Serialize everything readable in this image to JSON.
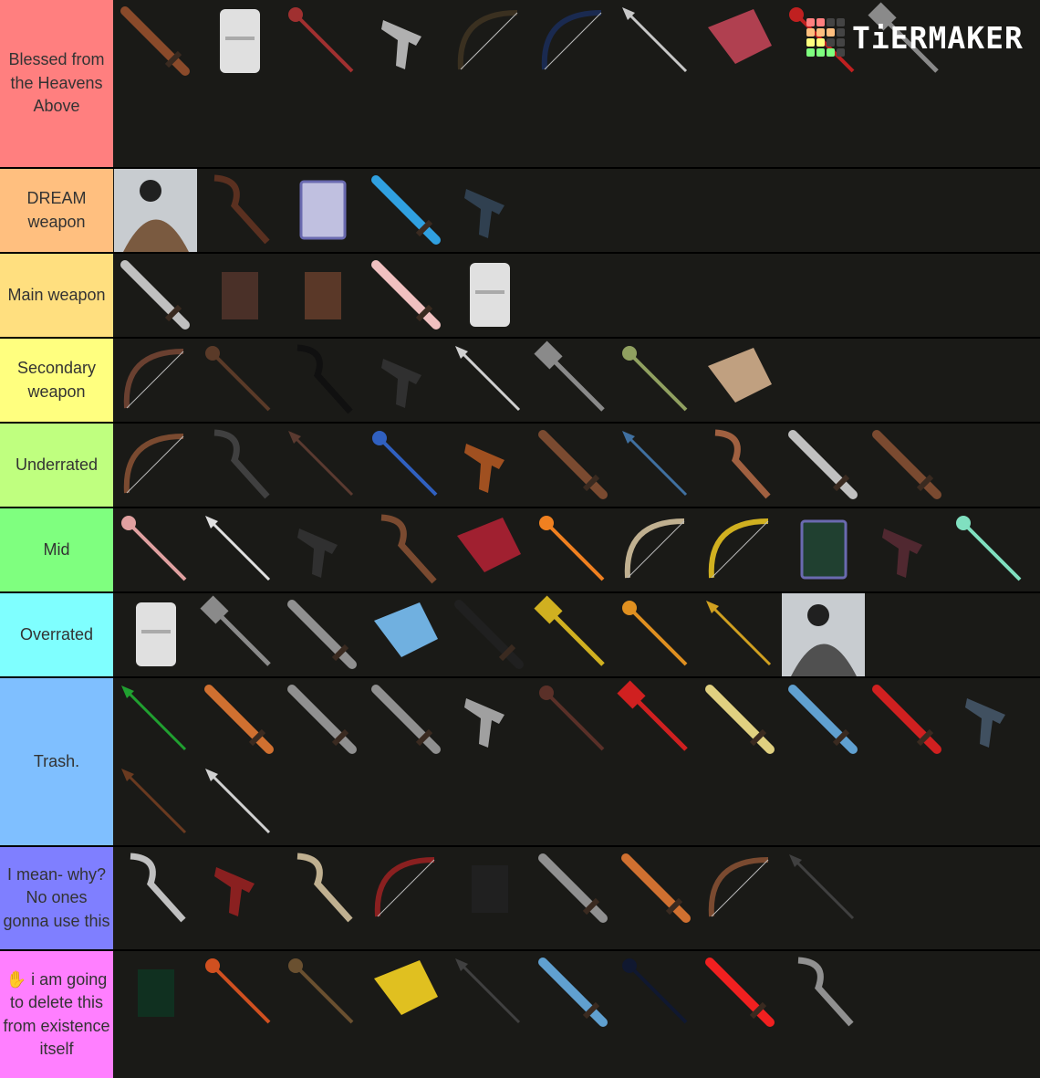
{
  "logo": {
    "text": "TiERMAKER",
    "grid_colors": [
      "#ff7f7f",
      "#ff7f7f",
      "#444",
      "#444",
      "#ffbf7f",
      "#ffbf7f",
      "#ffbf7f",
      "#444",
      "#ffff7f",
      "#ffff7f",
      "#444",
      "#444",
      "#7fff7f",
      "#7fff7f",
      "#7fff7f",
      "#444"
    ]
  },
  "tiers": [
    {
      "label": "Blessed from the Heavens Above",
      "color": "#ff7f7f",
      "height": 183,
      "items": [
        [
          "sword",
          "#8a4a2a"
        ],
        [
          "torso",
          "#e0e0e0"
        ],
        [
          "staff",
          "#a03030"
        ],
        [
          "gun",
          "#b0b0b0"
        ],
        [
          "bow",
          "#3a3020"
        ],
        [
          "bow",
          "#1a2a50"
        ],
        [
          "spear",
          "#c8c8c8"
        ],
        [
          "cleaver",
          "#b04050"
        ],
        [
          "staff",
          "#c02020"
        ],
        [
          "axe",
          "#8a8a8a"
        ]
      ]
    },
    {
      "label": "DREAM weapon",
      "color": "#ffbf7f",
      "height": 91,
      "items": [
        [
          "photo",
          "#7a5a40"
        ],
        [
          "scythe",
          "#5a3020"
        ],
        [
          "book",
          "#c0c0e0"
        ],
        [
          "sword",
          "#30a0e0"
        ],
        [
          "gun",
          "#304050"
        ]
      ]
    },
    {
      "label": "Main weapon",
      "color": "#ffdf7f",
      "height": 91,
      "items": [
        [
          "sword",
          "#c0c0c0"
        ],
        [
          "block",
          "#4a3028"
        ],
        [
          "block",
          "#5a3828"
        ],
        [
          "sword",
          "#f0c0c0"
        ],
        [
          "torso",
          "#e0e0e0"
        ]
      ]
    },
    {
      "label": "Secondary weapon",
      "color": "#ffff7f",
      "height": 91,
      "items": [
        [
          "bow",
          "#6a4030"
        ],
        [
          "staff",
          "#5a3a28"
        ],
        [
          "scythe",
          "#101010"
        ],
        [
          "gun",
          "#303030"
        ],
        [
          "spear",
          "#d0d0d0"
        ],
        [
          "axe",
          "#8a8a8a"
        ],
        [
          "staff",
          "#90a060"
        ],
        [
          "cleaver",
          "#c0a080"
        ]
      ]
    },
    {
      "label": "Underrated",
      "color": "#bfff7f",
      "height": 91,
      "items": [
        [
          "bow",
          "#7a4a30"
        ],
        [
          "scythe",
          "#404040"
        ],
        [
          "spear",
          "#5a3a30"
        ],
        [
          "staff",
          "#3060c0"
        ],
        [
          "gun",
          "#a05020"
        ],
        [
          "sword",
          "#7a4a30"
        ],
        [
          "spear",
          "#4070a0"
        ],
        [
          "scythe",
          "#a06040"
        ],
        [
          "sword",
          "#c0c0c0"
        ],
        [
          "sword",
          "#7a4a30"
        ]
      ]
    },
    {
      "label": "Mid",
      "color": "#7fff7f",
      "height": 91,
      "items": [
        [
          "staff",
          "#e0a0a0"
        ],
        [
          "spear",
          "#e0e0e0"
        ],
        [
          "gun",
          "#303030"
        ],
        [
          "scythe",
          "#7a4a30"
        ],
        [
          "cleaver",
          "#a02030"
        ],
        [
          "staff",
          "#f08020"
        ],
        [
          "bow",
          "#c0b090"
        ],
        [
          "bow",
          "#d0b020"
        ],
        [
          "book",
          "#204030"
        ],
        [
          "gun",
          "#502830"
        ],
        [
          "staff",
          "#80e0c0"
        ]
      ]
    },
    {
      "label": "Overrated",
      "color": "#7fffff",
      "height": 91,
      "items": [
        [
          "torso",
          "#e0e0e0"
        ],
        [
          "axe",
          "#8a8a8a"
        ],
        [
          "sword",
          "#909090"
        ],
        [
          "cleaver",
          "#70b0e0"
        ],
        [
          "sword",
          "#202020"
        ],
        [
          "axe",
          "#d0b020"
        ],
        [
          "staff",
          "#e09020"
        ],
        [
          "spear",
          "#d0a020"
        ],
        [
          "photo",
          "#505050"
        ]
      ]
    },
    {
      "label": "Trash.",
      "color": "#7fbfff",
      "height": 183,
      "items": [
        [
          "spear",
          "#20a030"
        ],
        [
          "sword",
          "#d07030"
        ],
        [
          "sword",
          "#909090"
        ],
        [
          "sword",
          "#909090"
        ],
        [
          "gun",
          "#a0a0a0"
        ],
        [
          "staff",
          "#5a3028"
        ],
        [
          "axe",
          "#d02020"
        ],
        [
          "sword",
          "#e0d080"
        ],
        [
          "sword",
          "#60a0d0"
        ],
        [
          "sword",
          "#d02020"
        ],
        [
          "gun",
          "#405060"
        ],
        [
          "spear",
          "#6a3a20"
        ],
        [
          "spear",
          "#d0d0d0"
        ]
      ]
    },
    {
      "label": "I mean- why? No ones gonna use this",
      "color": "#7f7fff",
      "height": 112,
      "items": [
        [
          "scythe",
          "#c0c0c0"
        ],
        [
          "gun",
          "#8a2020"
        ],
        [
          "scythe",
          "#c0b090"
        ],
        [
          "bow",
          "#8a2020"
        ],
        [
          "block",
          "#202020"
        ],
        [
          "sword",
          "#909090"
        ],
        [
          "sword",
          "#d07030"
        ],
        [
          "bow",
          "#7a4a30"
        ],
        [
          "spear",
          "#404040"
        ]
      ]
    },
    {
      "label": "✋ i am going to delete this from existence itself",
      "color": "#ff7fff",
      "height": 139,
      "items": [
        [
          "block",
          "#103020"
        ],
        [
          "staff",
          "#d05020"
        ],
        [
          "staff",
          "#6a5030"
        ],
        [
          "cleaver",
          "#e0c020"
        ],
        [
          "spear",
          "#404040"
        ],
        [
          "sword",
          "#60a0d0"
        ],
        [
          "staff",
          "#101830"
        ],
        [
          "sword",
          "#f02020"
        ],
        [
          "scythe",
          "#909090"
        ]
      ]
    }
  ]
}
